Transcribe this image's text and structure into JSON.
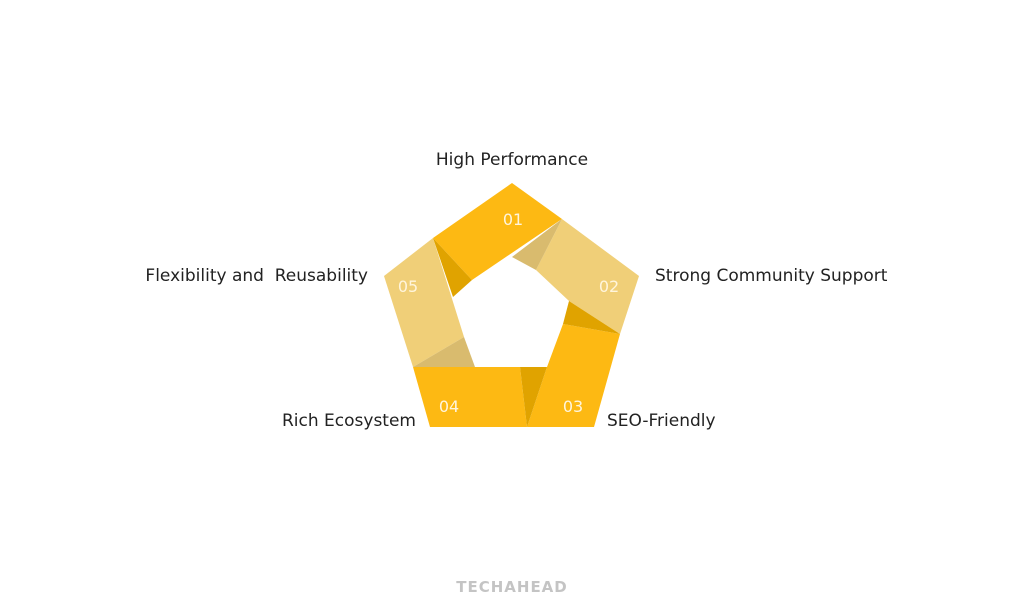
{
  "diagram": {
    "items": [
      {
        "number": "01",
        "label": "High Performance"
      },
      {
        "number": "02",
        "label": "Strong Community Support"
      },
      {
        "number": "03",
        "label": "SEO-Friendly"
      },
      {
        "number": "04",
        "label": "Rich Ecosystem"
      },
      {
        "number": "05",
        "label": "Flexibility and  Reusability"
      }
    ]
  },
  "colors": {
    "gold": "#fdb913",
    "light": "#f0cf78",
    "dark": "#e0a300",
    "shadow": "#d9bb6e"
  },
  "brand": {
    "logo_text": "TECHAHEAD"
  }
}
